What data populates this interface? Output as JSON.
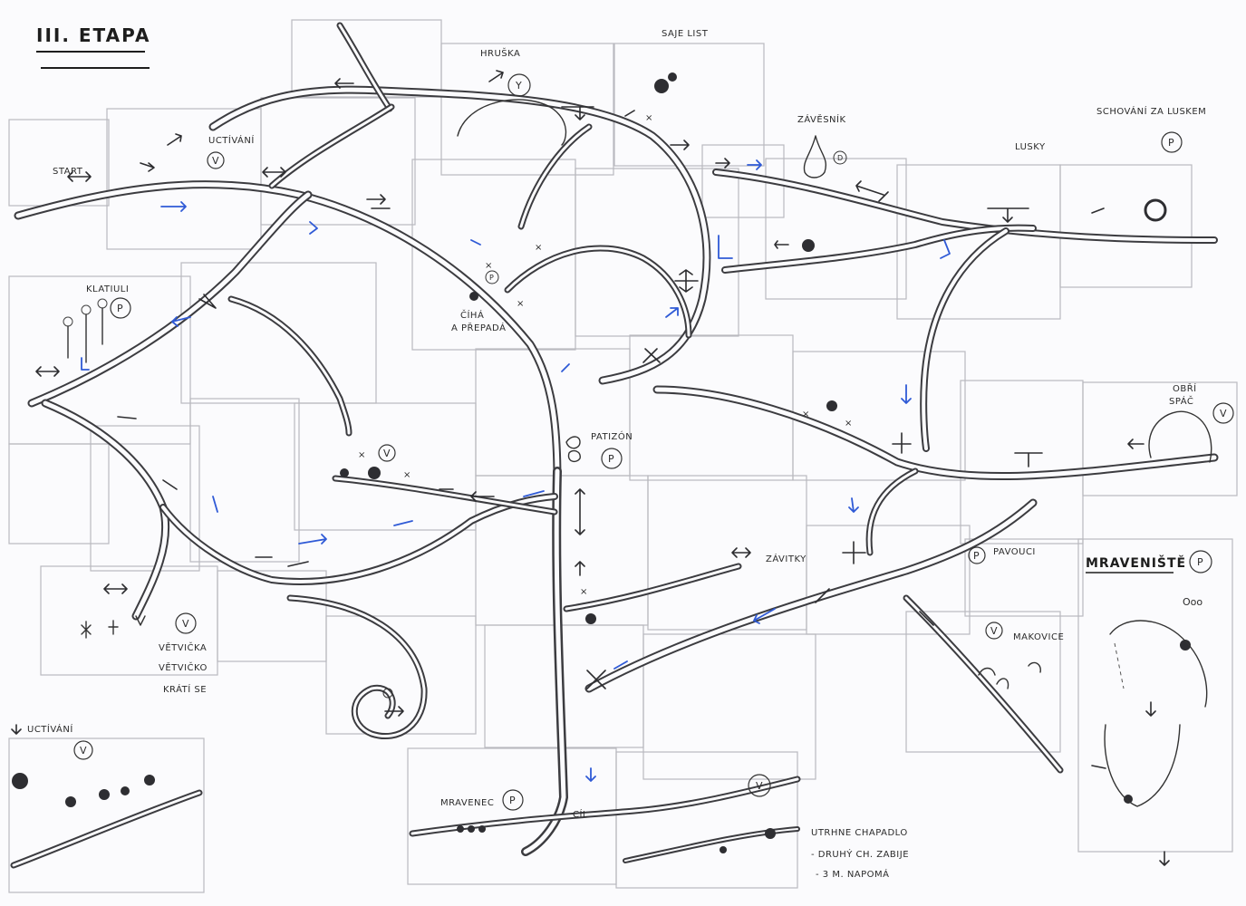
{
  "title": "III. ETAPA",
  "labels": {
    "start": "START",
    "uctivani_top": "UCTÍVÁNÍ",
    "hruska": "HRUŠKA",
    "saje_list": "SAJE LIST",
    "zavesnik": "ZÁVĚSNÍK",
    "schovani": "SCHOVÁNÍ ZA LUSKEM",
    "lusky": "LUSKY",
    "klatiuli": "KLATIULI",
    "ciha": "ČÍHÁ",
    "prepada": "A PŘEPADÁ",
    "patizon": "PATIZÓN",
    "obri_space_1": "OBŘÍ",
    "obri_space_2": "SPÁČ",
    "zavitky": "ZÁVITKY",
    "pavouci": "PAVOUCI",
    "mraveniste": "MRAVENIŠTĚ",
    "makovice": "MAKOVICE",
    "vetvicka_1": "VĚTVIČKA",
    "vetvicka_2": "VĚTVIČKO",
    "vetvicka_3": "KRÁTÍ SE",
    "uctivani_bottom": "UCTÍVÁNÍ",
    "mravenec": "MRAVENEC",
    "cil": "CÍL",
    "utrhne_1": "UTRHNE CHAPADLO",
    "utrhne_2": "- DRUHÝ CH. ZABIJE",
    "utrhne_3": "- 3 M. NAPOMÁ"
  },
  "badges": {
    "v": "V",
    "p": "P",
    "y": "Y",
    "d": "D",
    "ooo": "Ooo"
  }
}
